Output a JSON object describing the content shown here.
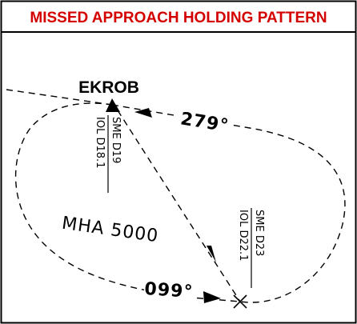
{
  "header": {
    "title": "MISSED APPROACH HOLDING PATTERN"
  },
  "waypoint": {
    "name": "EKROB"
  },
  "inbound_course": {
    "label": "279°"
  },
  "outbound_course": {
    "label": "099°"
  },
  "fix_ekrob": {
    "line1": "SME D19",
    "line2": "IOL D18.1"
  },
  "fix_end": {
    "line1": "SME D23",
    "line2": "IOL D22.1"
  },
  "mha": {
    "label": "MHA 5000"
  },
  "colors": {
    "title": "#d40000",
    "line": "#000000",
    "background": "#ffffff"
  }
}
